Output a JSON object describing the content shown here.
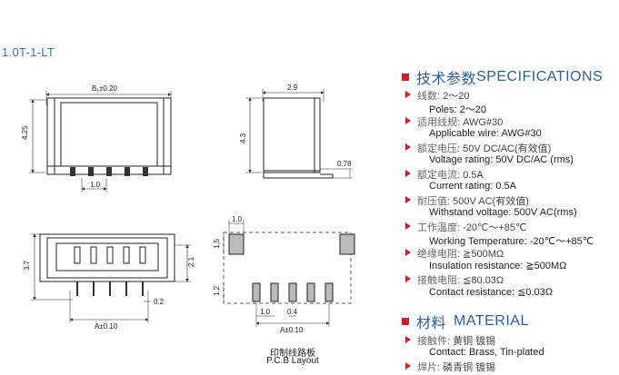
{
  "part_number": "1.0T-1-LT",
  "drawings": {
    "top_view": {
      "dim_width": "B₁±0.20",
      "dim_height": "4.25",
      "dim_pitch": "1.0"
    },
    "side_view": {
      "dim_width": "2.9",
      "dim_height": "4.3",
      "dim_pin": "0.78"
    },
    "front_view": {
      "dim_height": "3.7",
      "dim_height2": "2.1",
      "dim_width": "A±0.10",
      "dim_pin": "0.2"
    },
    "pcb_layout": {
      "dim_pad_w": "1.0",
      "dim_pad_h": "1.5",
      "dim_pad2": "1.2",
      "dim_pitch": "1.0",
      "dim_pin_w": "0.4",
      "dim_width": "A±0.10",
      "caption_zh": "印制线路板",
      "caption_en": "P.C.B Layout"
    }
  },
  "specifications": {
    "heading_zh": "技术参数",
    "heading_en": "SPECIFICATIONS",
    "items": [
      {
        "zh_label": "线数:",
        "zh_value": "2〜20",
        "en": "Poles: 2〜20"
      },
      {
        "zh_label": "适用线规:",
        "zh_value": "AWG#30",
        "en": "Applicable wire: AWG#30"
      },
      {
        "zh_label": "额定电压:",
        "zh_value": "50V DC/AC(有效值)",
        "en": "Voltage rating: 50V DC/AC (rms)"
      },
      {
        "zh_label": "额定电流:",
        "zh_value": "0.5A",
        "en": "Current rating: 0.5A"
      },
      {
        "zh_label": "耐压值:",
        "zh_value": "500V AC(有效值)",
        "en": "Withstand voltage: 500V AC(rms)"
      },
      {
        "zh_label": "工作温度:",
        "zh_value": "-20℃～+85℃",
        "en": "Working Temperature: -20℃～+85℃"
      },
      {
        "zh_label": "绝缘电阻:",
        "zh_value": "≧500MΩ",
        "en": "Insulation resistance: ≧500MΩ"
      },
      {
        "zh_label": "接触电阻:",
        "zh_value": "≦80.03Ω",
        "en": "Contact resistance: ≦0.03Ω"
      }
    ]
  },
  "material": {
    "heading_zh": "材料",
    "heading_en": "MATERIAL",
    "items": [
      {
        "zh_label": "接触件:",
        "zh_value": "黄铜 镀锡",
        "en": "Contact: Brass, Tin-plated"
      },
      {
        "zh_label": "焊片:",
        "zh_value": "磷青铜 镀锡",
        "en": ""
      }
    ]
  },
  "colors": {
    "accent_red": "#c8202a",
    "heading_blue": "#2e5f9a",
    "title_blue": "#3a72b8"
  }
}
